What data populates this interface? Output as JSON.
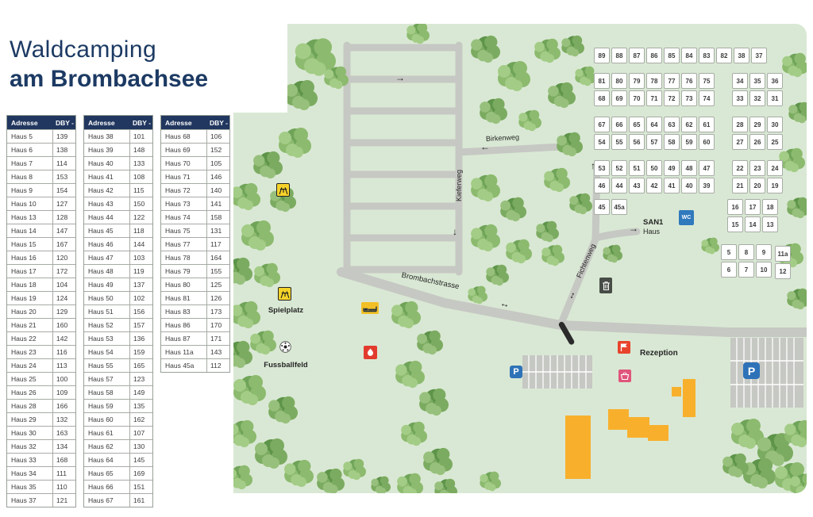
{
  "title": {
    "line1": "Waldcamping",
    "line2": "am Brombachsee"
  },
  "legend": {
    "tables": [
      {
        "headers": [
          "Adresse",
          "DBY -"
        ],
        "rows": [
          [
            "Haus 5",
            "139"
          ],
          [
            "Haus 6",
            "138"
          ],
          [
            "Haus 7",
            "114"
          ],
          [
            "Haus 8",
            "153"
          ],
          [
            "Haus 9",
            "154"
          ],
          [
            "Haus 10",
            "127"
          ],
          [
            "Haus 13",
            "128"
          ],
          [
            "Haus 14",
            "147"
          ],
          [
            "Haus 15",
            "167"
          ],
          [
            "Haus 16",
            "120"
          ],
          [
            "Haus 17",
            "172"
          ],
          [
            "Haus 18",
            "104"
          ],
          [
            "Haus 19",
            "124"
          ],
          [
            "Haus 20",
            "129"
          ],
          [
            "Haus 21",
            "160"
          ],
          [
            "Haus 22",
            "142"
          ],
          [
            "Haus 23",
            "116"
          ],
          [
            "Haus 24",
            "113"
          ],
          [
            "Haus 25",
            "100"
          ],
          [
            "Haus 26",
            "109"
          ],
          [
            "Haus 28",
            "166"
          ],
          [
            "Haus 29",
            "132"
          ],
          [
            "Haus 30",
            "163"
          ],
          [
            "Haus 32",
            "134"
          ],
          [
            "Haus 33",
            "168"
          ],
          [
            "Haus 34",
            "111"
          ],
          [
            "Haus 35",
            "110"
          ],
          [
            "Haus 37",
            "121"
          ]
        ]
      },
      {
        "headers": [
          "Adresse",
          "DBY -"
        ],
        "rows": [
          [
            "Haus 38",
            "101"
          ],
          [
            "Haus 39",
            "148"
          ],
          [
            "Haus 40",
            "133"
          ],
          [
            "Haus 41",
            "108"
          ],
          [
            "Haus 42",
            "115"
          ],
          [
            "Haus 43",
            "150"
          ],
          [
            "Haus 44",
            "122"
          ],
          [
            "Haus 45",
            "118"
          ],
          [
            "Haus 46",
            "144"
          ],
          [
            "Haus 47",
            "103"
          ],
          [
            "Haus 48",
            "119"
          ],
          [
            "Haus 49",
            "137"
          ],
          [
            "Haus 50",
            "102"
          ],
          [
            "Haus 51",
            "156"
          ],
          [
            "Haus 52",
            "157"
          ],
          [
            "Haus 53",
            "136"
          ],
          [
            "Haus 54",
            "159"
          ],
          [
            "Haus 55",
            "165"
          ],
          [
            "Haus 57",
            "123"
          ],
          [
            "Haus 58",
            "149"
          ],
          [
            "Haus 59",
            "135"
          ],
          [
            "Haus 60",
            "162"
          ],
          [
            "Haus 61",
            "107"
          ],
          [
            "Haus 62",
            "130"
          ],
          [
            "Haus 64",
            "145"
          ],
          [
            "Haus 65",
            "169"
          ],
          [
            "Haus 66",
            "151"
          ],
          [
            "Haus 67",
            "161"
          ]
        ]
      },
      {
        "headers": [
          "Adresse",
          "DBY -"
        ],
        "rows": [
          [
            "Haus 68",
            "106"
          ],
          [
            "Haus 69",
            "152"
          ],
          [
            "Haus 70",
            "105"
          ],
          [
            "Haus 71",
            "146"
          ],
          [
            "Haus 72",
            "140"
          ],
          [
            "Haus 73",
            "141"
          ],
          [
            "Haus 74",
            "158"
          ],
          [
            "Haus 75",
            "131"
          ],
          [
            "Haus 77",
            "117"
          ],
          [
            "Haus 78",
            "164"
          ],
          [
            "Haus 79",
            "155"
          ],
          [
            "Haus 80",
            "125"
          ],
          [
            "Haus 81",
            "126"
          ],
          [
            "Haus 83",
            "173"
          ],
          [
            "Haus 86",
            "170"
          ],
          [
            "Haus 87",
            "171"
          ],
          [
            "Haus 11a",
            "143"
          ],
          [
            "Haus 45a",
            "112"
          ]
        ]
      }
    ]
  },
  "map": {
    "streets": {
      "birkenweg": "Birkenweg",
      "kieferweg": "Kieferweg",
      "brombachstrasse": "Brombachstrasse",
      "fichtenweg": "Fichtenweg"
    },
    "pois": {
      "san1": "SAN1",
      "san1_sub": "Haus",
      "rezeption": "Rezeption",
      "spielplatz": "Spielplatz",
      "fussballfeld": "Fussballfeld",
      "wc": "WC",
      "parking": "P"
    },
    "arrows": {
      "right": "→",
      "left": "←",
      "down": "↓",
      "up": "↑",
      "both": "↔"
    },
    "plot_groups": [
      {
        "id": "row-89-37",
        "rows": [
          [
            "89",
            "88",
            "87",
            "86",
            "85",
            "84",
            "83",
            "82",
            "38",
            "37"
          ]
        ]
      },
      {
        "id": "block-81-74",
        "rows": [
          [
            "81",
            "80",
            "79",
            "78",
            "77",
            "76",
            "75"
          ],
          [
            "68",
            "69",
            "70",
            "71",
            "72",
            "73",
            "74"
          ]
        ]
      },
      {
        "id": "block-34-31",
        "rows": [
          [
            "34",
            "35",
            "36"
          ],
          [
            "33",
            "32",
            "31"
          ]
        ]
      },
      {
        "id": "block-67-60",
        "rows": [
          [
            "67",
            "66",
            "65",
            "64",
            "63",
            "62",
            "61"
          ],
          [
            "54",
            "55",
            "56",
            "57",
            "58",
            "59",
            "60"
          ]
        ]
      },
      {
        "id": "block-28-25",
        "rows": [
          [
            "28",
            "29",
            "30"
          ],
          [
            "27",
            "26",
            "25"
          ]
        ]
      },
      {
        "id": "block-53-39",
        "rows": [
          [
            "53",
            "52",
            "51",
            "50",
            "49",
            "48",
            "47"
          ],
          [
            "46",
            "44",
            "43",
            "42",
            "41",
            "40",
            "39"
          ]
        ]
      },
      {
        "id": "block-22-19",
        "rows": [
          [
            "22",
            "23",
            "24"
          ],
          [
            "21",
            "20",
            "19"
          ]
        ]
      },
      {
        "id": "block-45-45a",
        "rows": [
          [
            "45",
            "45a"
          ]
        ]
      },
      {
        "id": "block-16-13",
        "rows": [
          [
            "16",
            "17",
            "18"
          ],
          [
            "15",
            "14",
            "13"
          ]
        ]
      },
      {
        "id": "block-5-10",
        "rows": [
          [
            "5",
            "8",
            "9"
          ],
          [
            "6",
            "7",
            "10"
          ]
        ]
      },
      {
        "id": "block-11a-12",
        "rows": [
          [
            "11a"
          ],
          [
            "12"
          ]
        ]
      }
    ]
  },
  "colors": {
    "navy": "#1c3a63",
    "map_green": "#d9e8d4",
    "road_gray": "#c6c8c3",
    "building_orange": "#f8b02c",
    "parking_blue": "#2e72b8",
    "fire_red": "#e23b2e",
    "shop_pink": "#e0557c",
    "icon_yellow": "#f6d32a"
  }
}
